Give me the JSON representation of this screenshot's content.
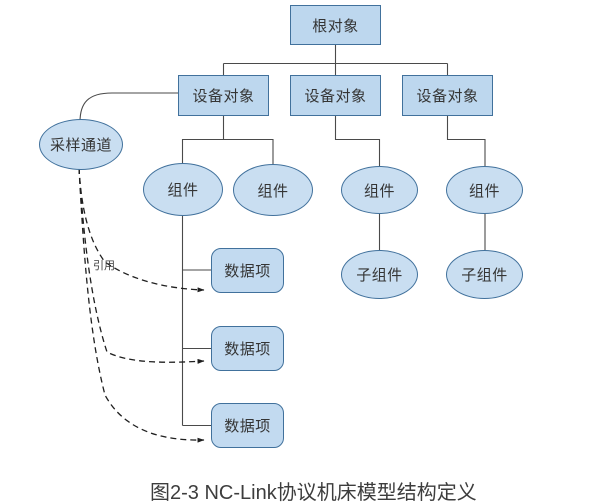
{
  "diagram": {
    "caption": "图2-3 NC-Link协议机床模型结构定义",
    "reference_label": "引用",
    "nodes": {
      "root": {
        "label": "根对象",
        "shape": "rect"
      },
      "device1": {
        "label": "设备对象",
        "shape": "rect"
      },
      "device2": {
        "label": "设备对象",
        "shape": "rect"
      },
      "device3": {
        "label": "设备对象",
        "shape": "rect"
      },
      "channel": {
        "label": "采样通道",
        "shape": "ellipse"
      },
      "comp1": {
        "label": "组件",
        "shape": "ellipse"
      },
      "comp2": {
        "label": "组件",
        "shape": "ellipse"
      },
      "comp3": {
        "label": "组件",
        "shape": "ellipse"
      },
      "comp4": {
        "label": "组件",
        "shape": "ellipse"
      },
      "subcomp1": {
        "label": "子组件",
        "shape": "ellipse"
      },
      "subcomp2": {
        "label": "子组件",
        "shape": "ellipse"
      },
      "data1": {
        "label": "数据项",
        "shape": "rounded-rect"
      },
      "data2": {
        "label": "数据项",
        "shape": "rounded-rect"
      },
      "data3": {
        "label": "数据项",
        "shape": "rounded-rect"
      }
    },
    "colors": {
      "rect_fill": "#BDD7EE",
      "ellipse_fill": "#C9DEF1",
      "node_border": "#41719C",
      "solid_line": "#4a4a4a",
      "dashed_line": "#1f1f1f",
      "text": "#353535"
    }
  }
}
